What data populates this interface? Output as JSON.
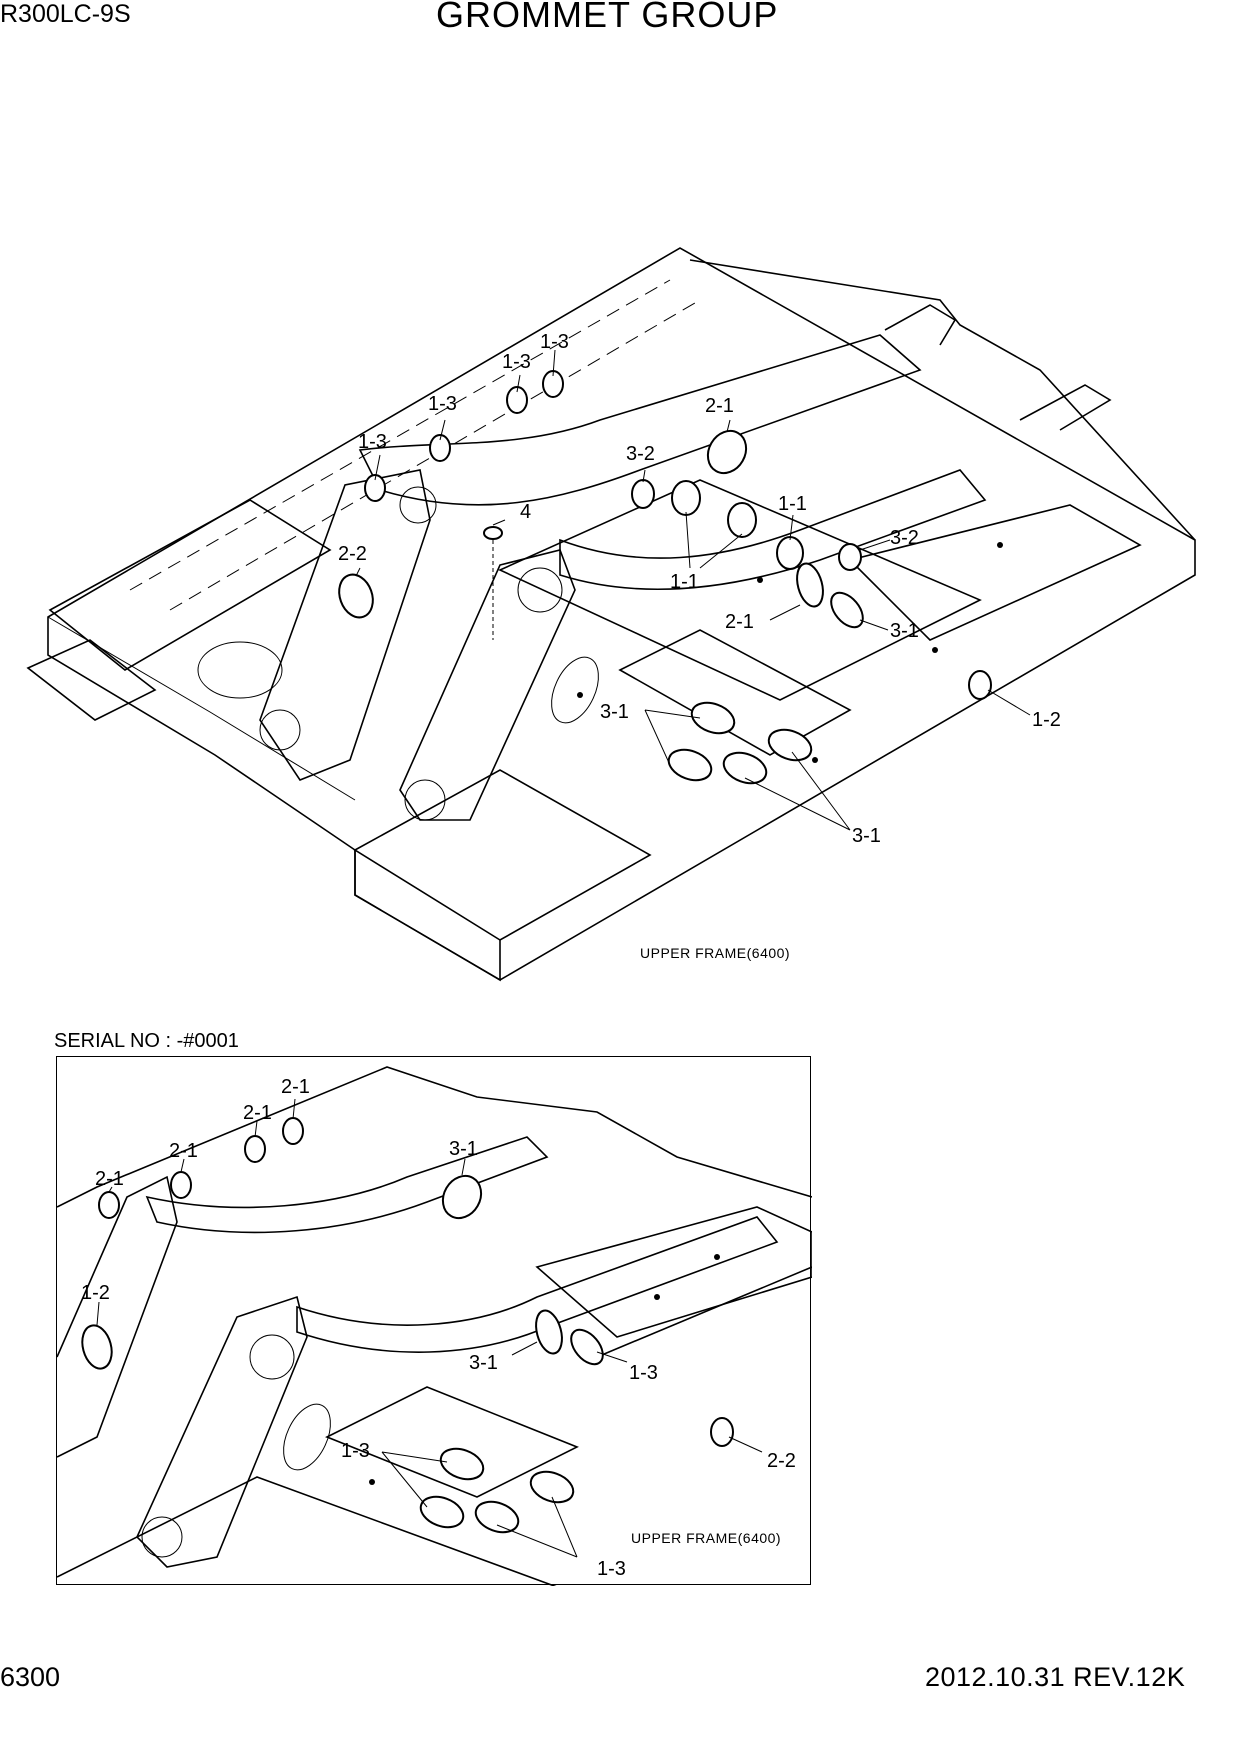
{
  "header": {
    "model": "R300LC-9S",
    "title": "GROMMET GROUP"
  },
  "footer": {
    "page": "6300",
    "revision": "2012.10.31  REV.12K"
  },
  "top_diagram": {
    "caption": "UPPER FRAME(6400)",
    "labels": [
      "1-3",
      "1-3",
      "1-3",
      "1-3",
      "2-1",
      "3-2",
      "4",
      "2-2",
      "1-1",
      "1-1",
      "3-2",
      "2-1",
      "3-1",
      "3-1",
      "1-2",
      "3-1"
    ]
  },
  "bottom_diagram": {
    "serial": "SERIAL NO : -#0001",
    "caption": "UPPER FRAME(6400)",
    "labels": [
      "2-1",
      "2-1",
      "2-1",
      "2-1",
      "3-1",
      "1-2",
      "3-1",
      "1-3",
      "1-3",
      "2-2",
      "1-3"
    ]
  }
}
